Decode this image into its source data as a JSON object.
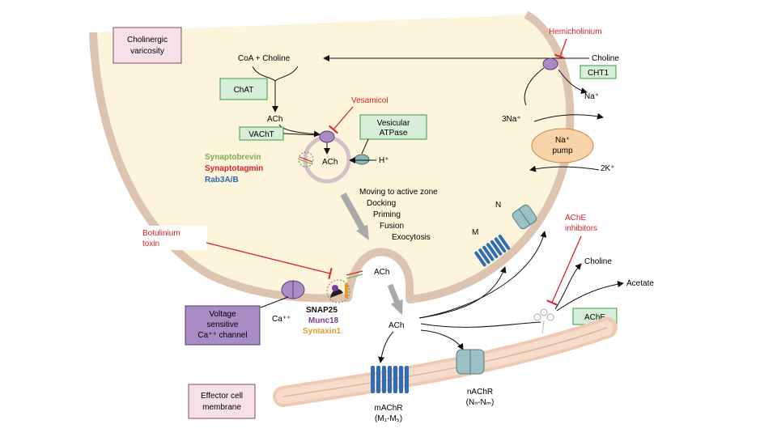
{
  "labels": {
    "cholinergic_varicosity": [
      "Cholinergic",
      "varicosity"
    ],
    "coa_choline": "CoA + Choline",
    "choline_in": "Choline",
    "hemicholinium": "Hemicholinium",
    "cht1": "CHT1",
    "na_out": "Na⁺",
    "chat": "ChAT",
    "ach_top": "ACh",
    "vesamicol": "Vesamicol",
    "vacht": "VAChT",
    "vesicular_atpase": [
      "Vesicular",
      "ATPase"
    ],
    "ach_vesicle": "ACh",
    "h_plus": "H⁺",
    "synaptobrevin": "Synaptobrevin",
    "synaptotagmin": "Synaptotagmin",
    "rab3": "Rab3A/B",
    "three_na": "3Na⁺",
    "na_pump": [
      "Na⁺",
      "pump"
    ],
    "two_k": "2K⁺",
    "release_steps": [
      "Moving to active zone",
      "Docking",
      "Priming",
      "Fusion",
      "Exocytosis"
    ],
    "n_label": "N",
    "m_label": "M",
    "ache_inhibitors": [
      "AChE",
      "inhibitors"
    ],
    "botulinium": [
      "Botulinium",
      "toxin"
    ],
    "ach_cleft_top": "ACh",
    "choline_out": "Choline",
    "acetate": "Acetate",
    "ache": "AChE",
    "ca_ion": "Ca⁺⁺",
    "snap25": "SNAP25",
    "munc18": "Munc18",
    "syntaxin1": "Syntaxin1",
    "voltage_channel": [
      "Voltage",
      "sensitive",
      "Ca⁺⁺ channel"
    ],
    "ach_cleft": "ACh",
    "effector_membrane": [
      "Effector cell",
      "membrane"
    ],
    "machr": [
      "mAChR",
      "(M₁-M₅)"
    ],
    "nachr": [
      "nAChR",
      "(Nₙ-Nₘ)"
    ]
  },
  "colors": {
    "terminal_fill": "#fdf4dc",
    "terminal_edge": "#dcc4b0",
    "inhibitor_red": "#d8232a",
    "green_box": "#d7efd8",
    "green_box_edge": "#3a9a4a",
    "pink_box": "#f6e1e8",
    "purple_box": "#a98cc4",
    "receptor_blue": "#2f6db5",
    "nachr_teal": "#9cc0c4",
    "pump_orange": "#f9d3a8",
    "synaptobrevin_green": "#7bb04c",
    "rab3_blue": "#2a6ab3",
    "munc18_purple": "#7d3c98",
    "syntaxin_orange": "#e59b2a",
    "arrow_gray": "#a9a9a9"
  },
  "icons": [
    "vesicle-icon",
    "transporter-icon",
    "atpase-icon",
    "channel-icon",
    "receptor-icon",
    "pump-icon",
    "membrane-icon"
  ]
}
